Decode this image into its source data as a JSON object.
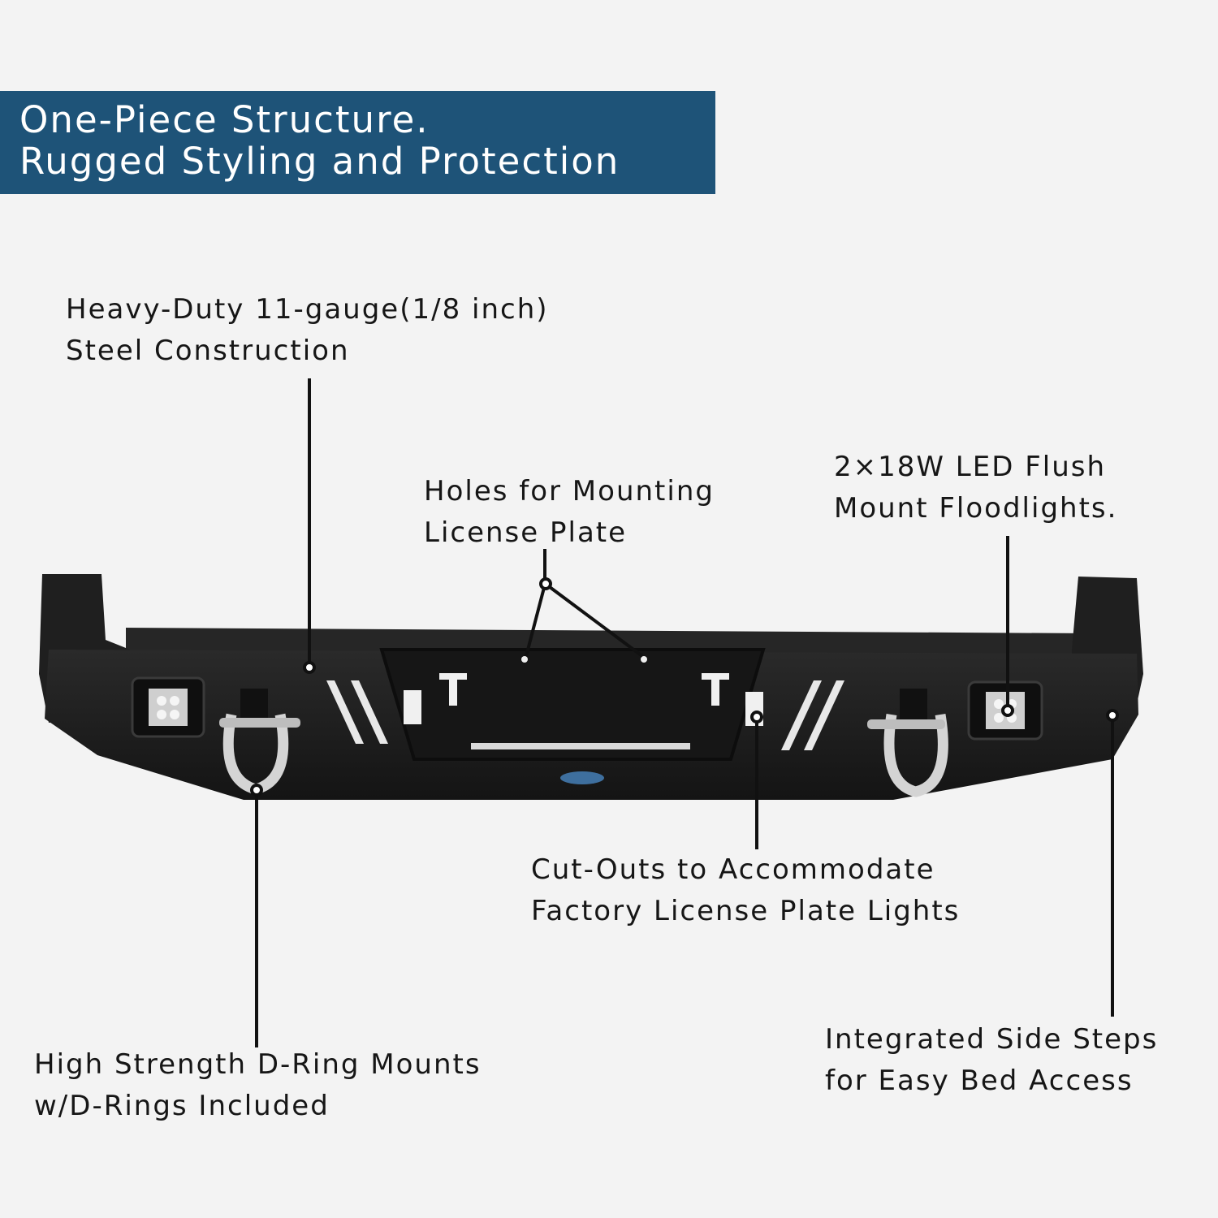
{
  "header": {
    "line1": "One-Piece Structure.",
    "line2": "Rugged Styling and Protection"
  },
  "callouts": {
    "steel": {
      "line1": "Heavy-Duty 11-gauge(1/8 inch)",
      "line2": "Steel Construction"
    },
    "holes": {
      "line1": "Holes for Mounting",
      "line2": "License Plate"
    },
    "led": {
      "line1": "2×18W LED Flush",
      "line2": "Mount Floodlights."
    },
    "cutouts": {
      "line1": "Cut-Outs to Accommodate",
      "line2": "Factory License Plate Lights"
    },
    "dring": {
      "line1": "High Strength D-Ring Mounts",
      "line2": "w/D-Rings Included"
    },
    "steps": {
      "line1": "Integrated Side Steps",
      "line2": "for Easy Bed Access"
    }
  },
  "colors": {
    "banner": "#1e5378",
    "background": "#f3f3f3",
    "bumper": "#1b1b1b",
    "text": "#161616"
  }
}
